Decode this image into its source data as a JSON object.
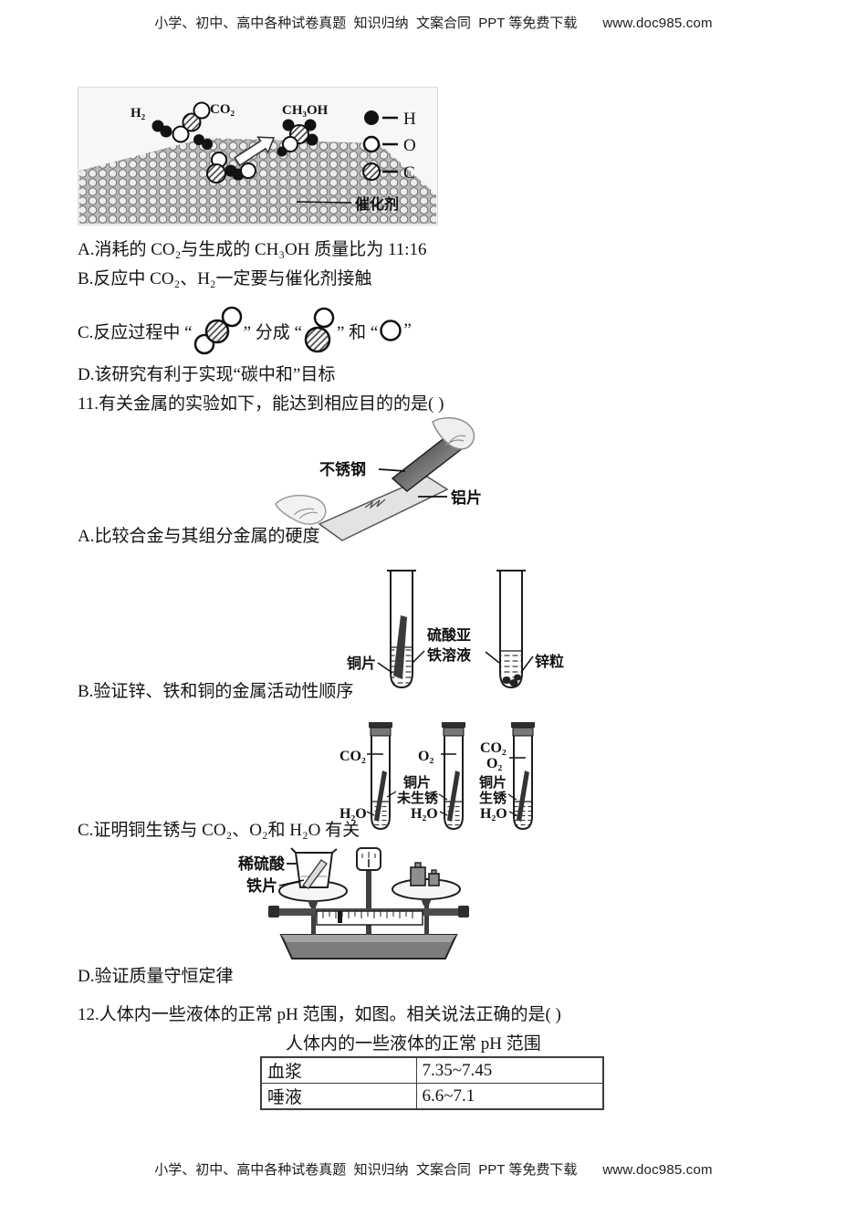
{
  "header": {
    "text": "小学、初中、高中各种试卷真题  知识归纳  文案合同  PPT 等免费下载",
    "url": "www.doc985.com"
  },
  "footer": {
    "text": "小学、初中、高中各种试卷真题  知识归纳  文案合同  PPT 等免费下载",
    "url": "www.doc985.com"
  },
  "q10": {
    "fig": {
      "h2": "H₂",
      "co2": "CO₂",
      "ch3oh": "CH₃OH",
      "catalyst": "催化剂",
      "legend_h": "H",
      "legend_o": "O",
      "legend_c": "C"
    },
    "opt_a": "A.消耗的 CO₂与生成的 CH₃OH 质量比为 11:16",
    "opt_b": "B.反应中 CO₂、H₂一定要与催化剂接触",
    "opt_c": {
      "p1": "C.反应过程中 “",
      "p2": "” 分成 “",
      "p3": "” 和 “",
      "p4": "”"
    },
    "opt_d": "D.该研究有利于实现“碳中和”目标"
  },
  "q11": {
    "stem": "11.有关金属的实验如下，能达到相应目的的是( )",
    "fig_scratch": {
      "steel": "不锈钢",
      "aluminum": "铝片"
    },
    "opt_a": "A.比较合金与其组分金属的硬度",
    "fig_tubes2": {
      "copper": "铜片",
      "solution1": "硫酸亚",
      "solution2": "铁溶液",
      "zinc": "锌粒"
    },
    "opt_b": "B.验证锌、铁和铜的金属活动性顺序",
    "fig_tubes3": {
      "t1_gas": "CO₂",
      "t2_gas": "O₂",
      "t3_gas1": "CO₂",
      "t3_gas2": "O₂",
      "nr1": "铜片",
      "nr2": "未生锈",
      "r1": "铜片",
      "r2": "生锈",
      "water": "H₂O"
    },
    "opt_c": "C.证明铜生锈与 CO₂、O₂和 H₂O 有关",
    "fig_balance": {
      "acid": "稀硫酸",
      "iron": "铁片"
    },
    "opt_d": "D.验证质量守恒定律"
  },
  "q12": {
    "stem": "12.人体内一些液体的正常 pH 范围，如图。相关说法正确的是( )",
    "table_title": "人体内的一些液体的正常 pH 范围",
    "table_rows": [
      {
        "fluid": "血浆",
        "range": "7.35~7.45"
      },
      {
        "fluid": "唾液",
        "range": "6.6~7.1"
      }
    ]
  }
}
